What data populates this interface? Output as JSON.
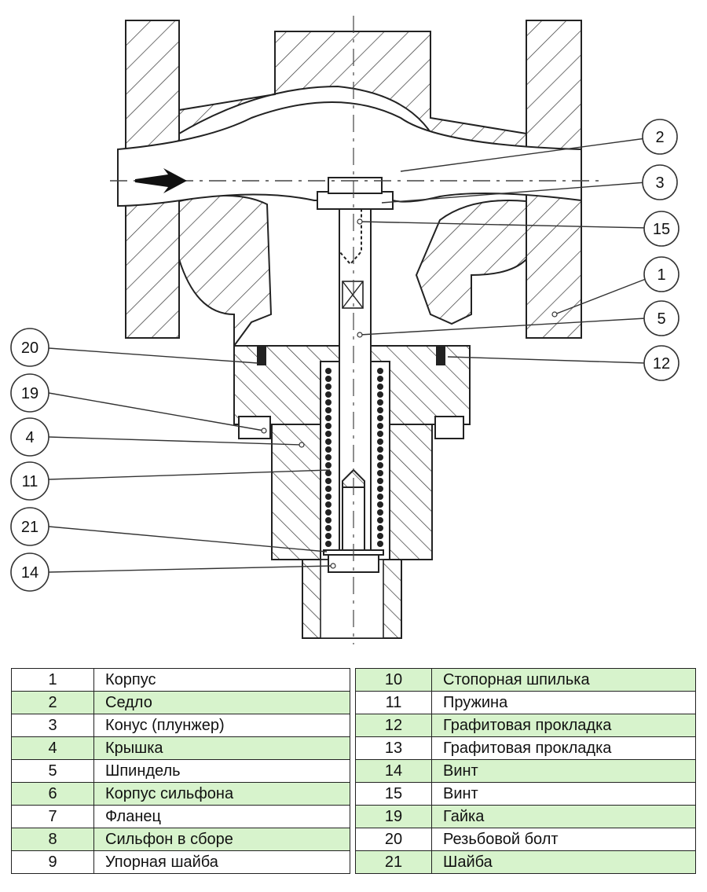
{
  "callouts": [
    {
      "id": "callout-2",
      "text": "2"
    },
    {
      "id": "callout-3",
      "text": "3"
    },
    {
      "id": "callout-15",
      "text": "15"
    },
    {
      "id": "callout-1",
      "text": "1"
    },
    {
      "id": "callout-5",
      "text": "5"
    },
    {
      "id": "callout-12",
      "text": "12"
    },
    {
      "id": "callout-20",
      "text": "20"
    },
    {
      "id": "callout-19",
      "text": "19"
    },
    {
      "id": "callout-4",
      "text": "4"
    },
    {
      "id": "callout-11",
      "text": "11"
    },
    {
      "id": "callout-21",
      "text": "21"
    },
    {
      "id": "callout-14",
      "text": "14"
    }
  ],
  "parts_left": [
    {
      "num": "1",
      "name": "Корпус"
    },
    {
      "num": "2",
      "name": "Седло"
    },
    {
      "num": "3",
      "name": "Конус (плунжер)"
    },
    {
      "num": "4",
      "name": "Крышка"
    },
    {
      "num": "5",
      "name": "Шпиндель"
    },
    {
      "num": "6",
      "name": "Корпус сильфона"
    },
    {
      "num": "7",
      "name": "Фланец"
    },
    {
      "num": "8",
      "name": "Сильфон в сборе"
    },
    {
      "num": "9",
      "name": "Упорная шайба"
    }
  ],
  "parts_right": [
    {
      "num": "10",
      "name": "Стопорная шпилька"
    },
    {
      "num": "11",
      "name": "Пружина"
    },
    {
      "num": "12",
      "name": "Графитовая прокладка"
    },
    {
      "num": "13",
      "name": "Графитовая прокладка"
    },
    {
      "num": "14",
      "name": "Винт"
    },
    {
      "num": "15",
      "name": "Винт"
    },
    {
      "num": "19",
      "name": "Гайка"
    },
    {
      "num": "20",
      "name": "Резьбовой болт"
    },
    {
      "num": "21",
      "name": "Шайба"
    }
  ],
  "colors": {
    "row_highlight": "#d7f3cc",
    "line": "#222222"
  }
}
